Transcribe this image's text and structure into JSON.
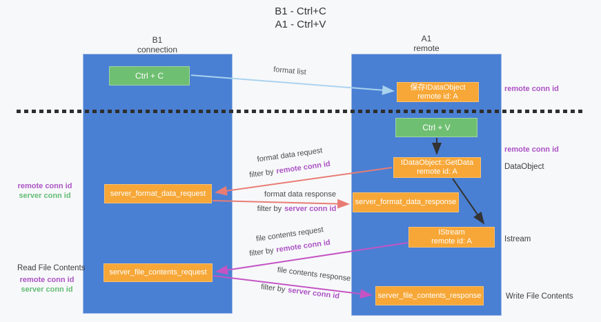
{
  "title": {
    "line1": "B1 - Ctrl+C",
    "line2": "A1 - Ctrl+V"
  },
  "lanes": {
    "left": {
      "name": "B1",
      "sub": "connection"
    },
    "right": {
      "name": "A1",
      "sub": "remote"
    }
  },
  "nodes": {
    "ctrl_c": "Ctrl + C",
    "ctrl_v": "Ctrl + V",
    "save_idataobject": {
      "line1": "保存IDataObject",
      "line2": "remote id: A"
    },
    "getdata": {
      "line1": "IDataObject::GetData",
      "line2": "remote id: A"
    },
    "istream": {
      "line1": "IStream",
      "line2": "remote id: A"
    },
    "server_format_data_request": "server_format_data_request",
    "server_format_data_response": "server_format_data_response",
    "server_file_contents_request": "server_file_contents_request",
    "server_file_contents_response": "server_file_contents_response"
  },
  "arrow_labels": {
    "format_list": "format list",
    "format_data_request": "format data request",
    "format_data_response": "format data response",
    "file_contents_request": "file contents request",
    "file_contents_response": "file contents response",
    "filter_by": "filter by",
    "remote_conn_id": "remote conn id",
    "server_conn_id": "server conn id"
  },
  "side_labels": {
    "remote_conn_id": "remote conn id",
    "server_conn_id": "server conn id",
    "dataobject": "DataObject",
    "istream": "Istream",
    "read_file_contents": "Read File Contents",
    "write_file_contents": "Write File Contents"
  },
  "colors": {
    "lane_blue": "#4a80d3",
    "node_green": "#6fbf72",
    "node_orange": "#f7a737",
    "arrow_lightblue": "#a9d3ef",
    "arrow_salmon": "#e87c74",
    "arrow_magenta": "#c454c4",
    "arrow_black": "#333333",
    "label_purple": "#ab53c3",
    "label_green": "#63bd74"
  }
}
